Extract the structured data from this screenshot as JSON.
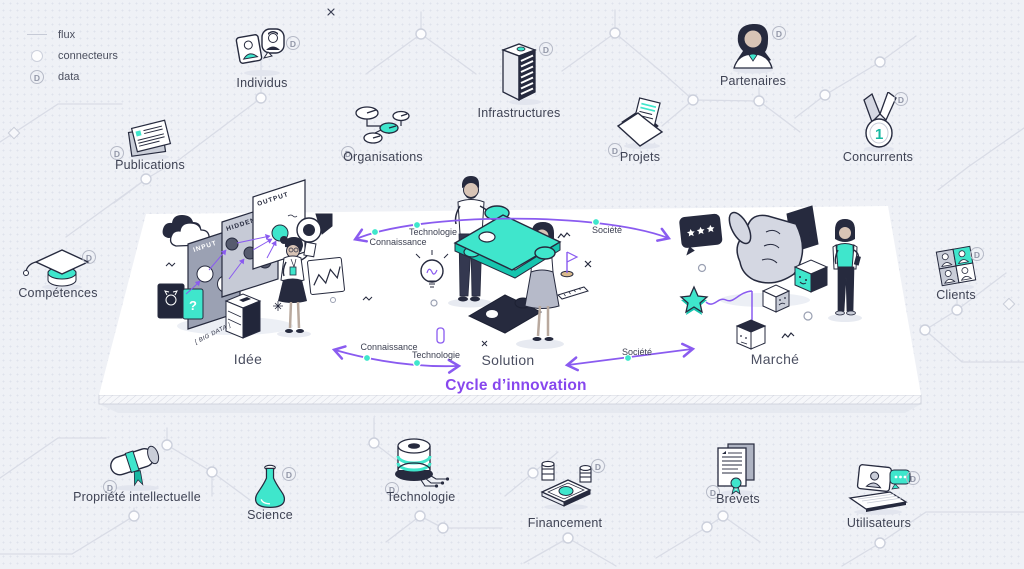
{
  "legend": {
    "items": [
      {
        "id": "flux",
        "label": "flux",
        "symbol": "line"
      },
      {
        "id": "connecteurs",
        "label": "connecteurs",
        "symbol": "circle"
      },
      {
        "id": "data",
        "label": "data",
        "symbol": "d-badge"
      }
    ]
  },
  "badge": {
    "letter": "D"
  },
  "nodes": [
    {
      "id": "individus",
      "label": "Individus"
    },
    {
      "id": "organisations",
      "label": "Organisations"
    },
    {
      "id": "infrastructures",
      "label": "Infrastructures"
    },
    {
      "id": "projets",
      "label": "Projets"
    },
    {
      "id": "partenaires",
      "label": "Partenaires"
    },
    {
      "id": "concurrents",
      "label": "Concurrents",
      "medal": "1"
    },
    {
      "id": "publications",
      "label": "Publications"
    },
    {
      "id": "competences",
      "label": "Compétences"
    },
    {
      "id": "clients",
      "label": "Clients"
    },
    {
      "id": "propriete-intellectuelle",
      "label": "Propriété intellectuelle"
    },
    {
      "id": "science",
      "label": "Science"
    },
    {
      "id": "technologie",
      "label": "Technologie"
    },
    {
      "id": "financement",
      "label": "Financement"
    },
    {
      "id": "brevets",
      "label": "Brevets"
    },
    {
      "id": "utilisateurs",
      "label": "Utilisateurs"
    }
  ],
  "cycle": {
    "title": "Cycle d’innovation",
    "stages": [
      {
        "id": "idee",
        "label": "Idée"
      },
      {
        "id": "solution",
        "label": "Solution"
      },
      {
        "id": "marche",
        "label": "Marché"
      }
    ],
    "flows": {
      "top": [
        {
          "label": "Technologie"
        },
        {
          "label": "Connaissance"
        },
        {
          "label": "Société"
        }
      ],
      "bottom": [
        {
          "label": "Connaissance"
        },
        {
          "label": "Technologie"
        },
        {
          "label": "Société"
        }
      ]
    }
  },
  "scene": {
    "idea": {
      "input_label": "INPUT",
      "hidden_label": "HIDDEN",
      "output_label": "OUTPUT",
      "big_data_label": "[ BIG DATA ]",
      "question_mark": "?"
    }
  },
  "colors": {
    "teal": "#3FE6CC",
    "purple_arrow": "#8A5BF0",
    "title_purple": "#8747EE",
    "ink": "#262A3E",
    "background": "#EFF1F6"
  }
}
